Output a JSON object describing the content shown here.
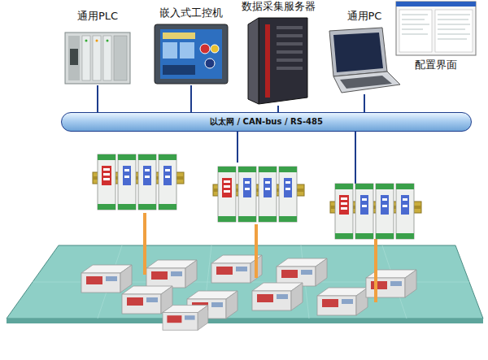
{
  "diagram": {
    "nodes": [
      {
        "text": [
          "通用PLC"
        ]
      },
      {
        "text": [
          "嵌入式工控机"
        ]
      },
      {
        "text": [
          "数据采集服务器"
        ]
      },
      {
        "text": [
          "通用PC"
        ]
      },
      {
        "text": [
          "配置界面"
        ]
      },
      {
        "text": [
          "以太网 / CAN-bus / RS-485"
        ]
      }
    ],
    "edges": [
      {
        "from": 0,
        "to": 5,
        "arrow": "none"
      },
      {
        "from": 1,
        "to": 5,
        "arrow": "none"
      },
      {
        "from": 2,
        "to": 5,
        "arrow": "none"
      },
      {
        "from": 3,
        "to": 5,
        "arrow": "none"
      }
    ]
  }
}
